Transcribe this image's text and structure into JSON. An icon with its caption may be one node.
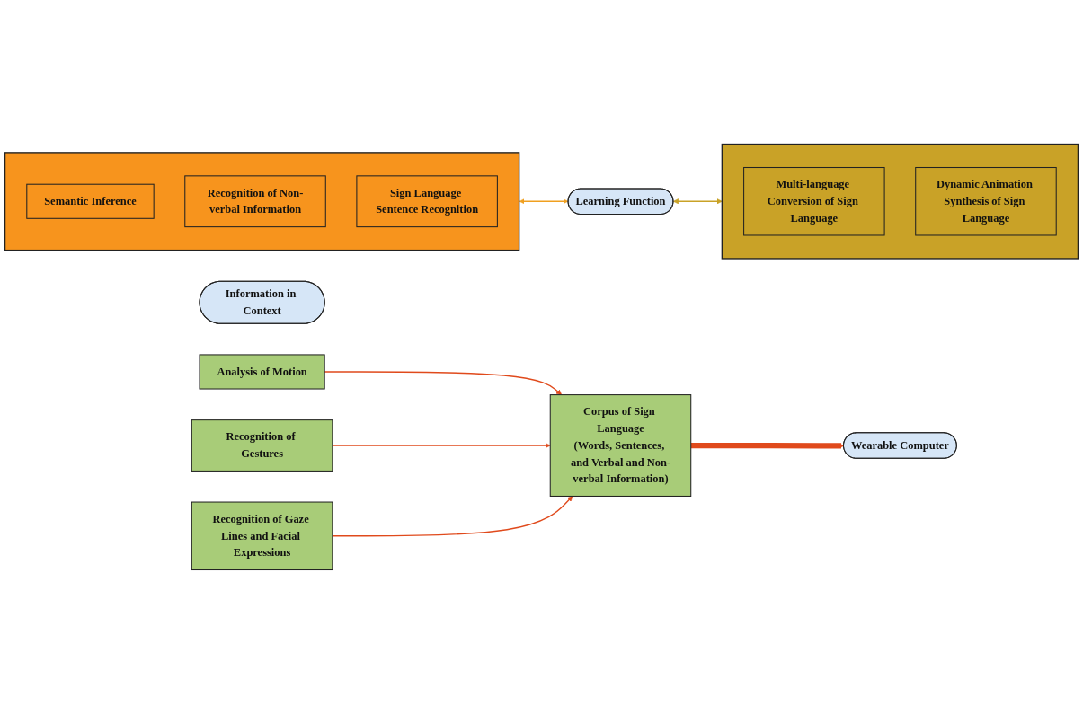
{
  "diagram": {
    "nodes": [
      {
        "text": [],
        "shape": "box"
      },
      {
        "text": [
          "Semantic Inference"
        ],
        "in": 0
      },
      {
        "text": [
          "Recognition of Non-verbal Information"
        ],
        "in": 0
      },
      {
        "text": [
          "Sign Language Sentence Recognition"
        ],
        "in": 0
      },
      {
        "text": [
          "Information in Context"
        ]
      },
      {
        "text": [
          "Learning Function"
        ]
      },
      {
        "text": [
          "Wearable Computer"
        ]
      },
      {
        "text": [],
        "shape": "box"
      },
      {
        "text": [
          "Multi-language Conversion of Sign Language"
        ],
        "in": 7
      },
      {
        "text": [
          "Dynamic Animation Synthesis of Sign Language"
        ],
        "in": 7
      },
      {
        "text": [
          "Corpus of Sign Language",
          "(Words, Sentences, and Verbal and Non-verbal Information)"
        ]
      },
      {
        "text": [
          "Analysis of Motion"
        ]
      },
      {
        "text": [
          "Recognition of Gestures"
        ]
      },
      {
        "text": [
          "Recognition of Gaze Lines and Facial Expressions"
        ]
      }
    ],
    "edges": [
      {
        "from": 0,
        "to": 5,
        "arrow": "both",
        "color": "#f0a020"
      },
      {
        "from": 5,
        "to": 7,
        "arrow": "both",
        "color": "#c9a227"
      },
      {
        "from": 10,
        "to": 6,
        "arrow": "to",
        "style": "thick"
      },
      {
        "from": 11,
        "to": 10,
        "arrow": "to"
      },
      {
        "from": 12,
        "to": 10,
        "arrow": "to"
      },
      {
        "from": 13,
        "to": 10,
        "arrow": "to"
      }
    ]
  }
}
